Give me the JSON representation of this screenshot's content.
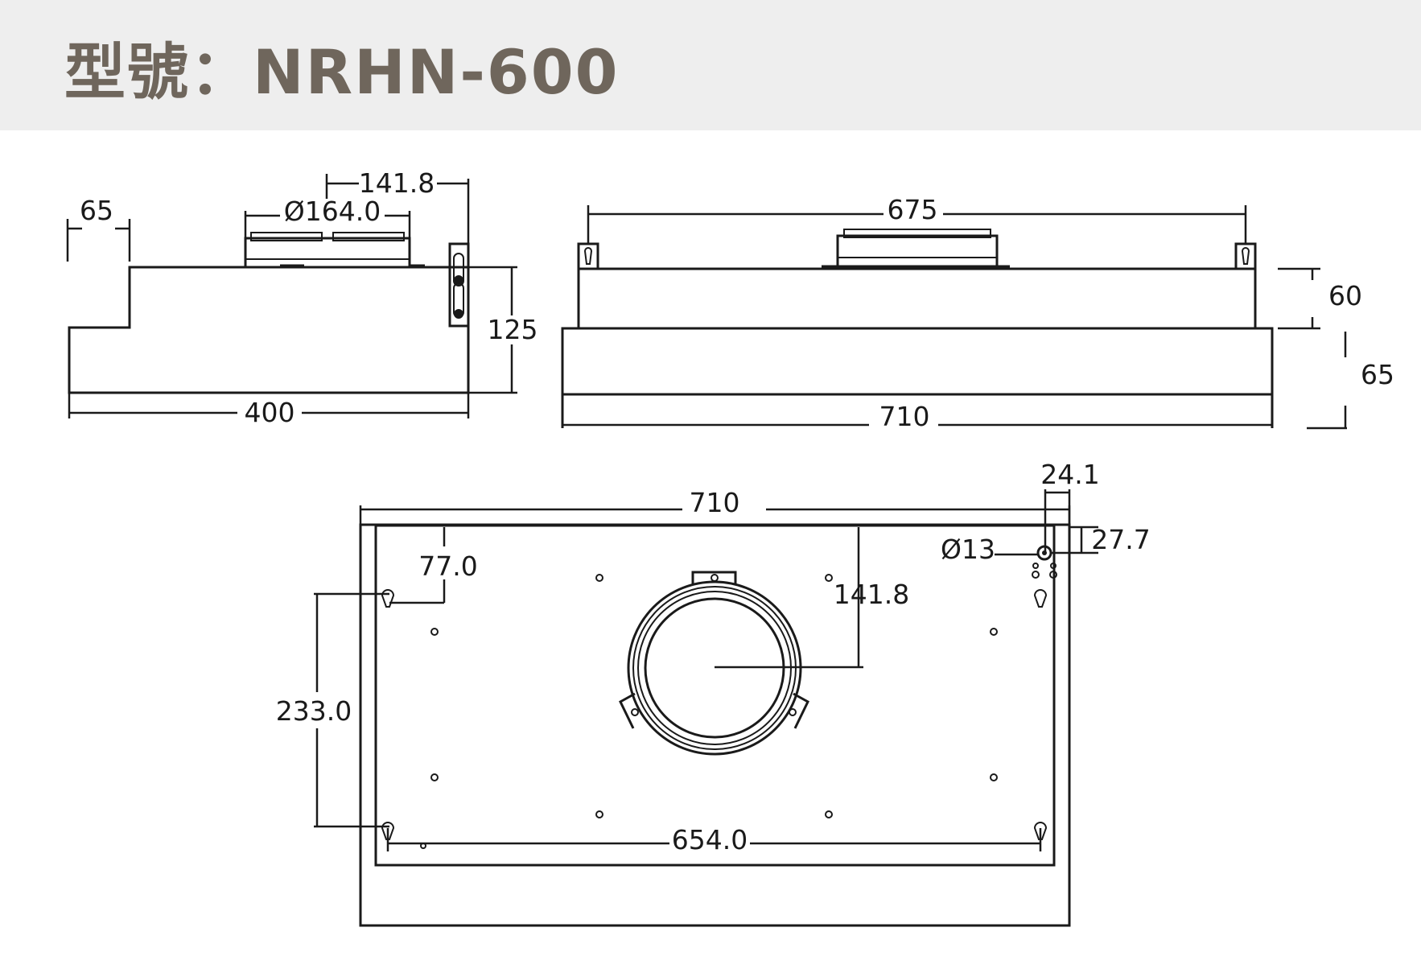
{
  "header": {
    "title": "型號：NRHN-600"
  },
  "side_view": {
    "dims": {
      "step": "65",
      "flange_offset": "141.8",
      "duct_diameter": "Ø164.0",
      "height": "125",
      "depth": "400"
    }
  },
  "front_view": {
    "dims": {
      "top_width": "675",
      "upper_height": "60",
      "lower_height": "65",
      "width": "710"
    }
  },
  "bottom_view": {
    "dims": {
      "width": "710",
      "edge_x": "24.1",
      "edge_y": "27.7",
      "hole_diameter": "Ø13",
      "hole_offset_y": "77.0",
      "duct_offset": "141.8",
      "hole_spacing_y": "233.0",
      "hole_spacing_x": "654.0"
    }
  },
  "colors": {
    "title_text": "#6f665c",
    "title_background": "#eeeeee",
    "line": "#1a1a1a"
  }
}
